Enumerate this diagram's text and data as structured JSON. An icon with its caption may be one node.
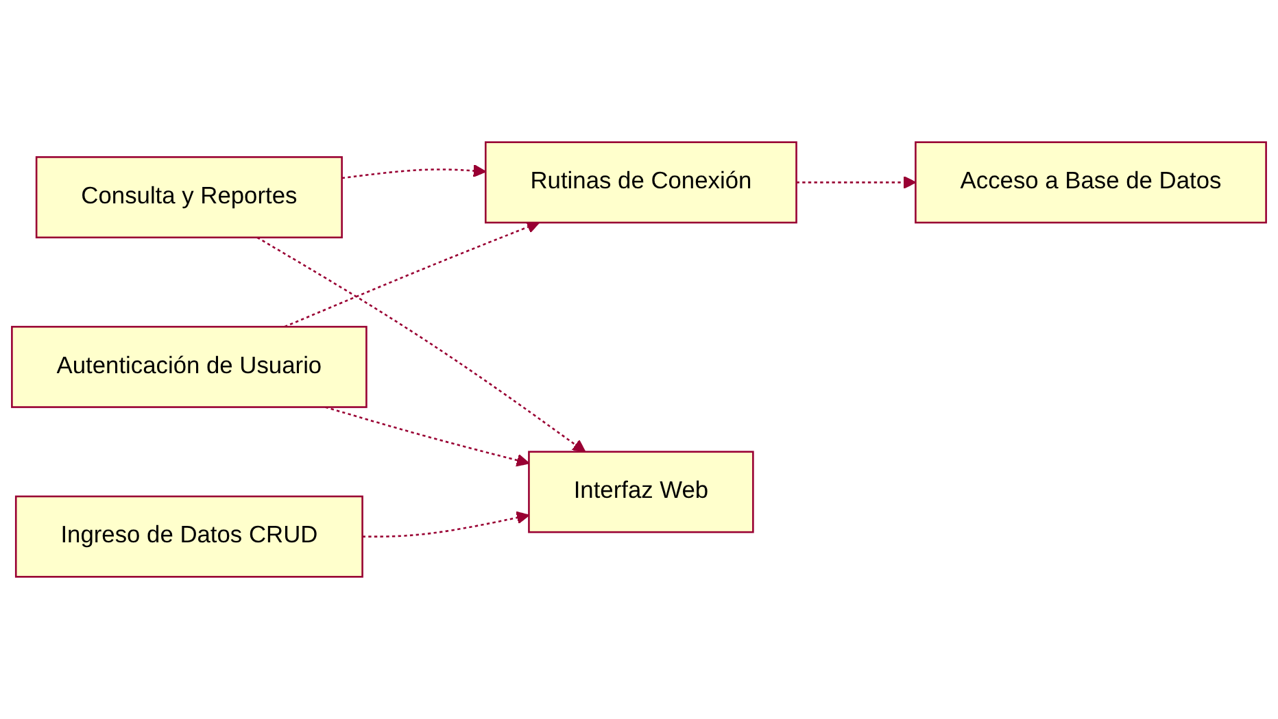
{
  "diagram": {
    "nodes": [
      {
        "text": [
          "Consulta y Reportes"
        ]
      },
      {
        "text": [
          "Rutinas de Conexión"
        ]
      },
      {
        "text": [
          "Acceso a Base de Datos"
        ]
      },
      {
        "text": [
          "Interfaz Web"
        ]
      },
      {
        "text": [
          "Autenticación de Usuario"
        ]
      },
      {
        "text": [
          "Ingreso de Datos CRUD"
        ]
      }
    ],
    "edges": [
      {
        "from": 0,
        "to": 1,
        "arrow": "to",
        "style": "dashed"
      },
      {
        "from": 1,
        "to": 2,
        "arrow": "to",
        "style": "dashed"
      },
      {
        "from": 0,
        "to": 3,
        "arrow": "to",
        "style": "dashed"
      },
      {
        "from": 4,
        "to": 3,
        "arrow": "to",
        "style": "dashed"
      },
      {
        "from": 4,
        "to": 1,
        "arrow": "to",
        "style": "dashed"
      },
      {
        "from": 5,
        "to": 3,
        "arrow": "to",
        "style": "dashed"
      }
    ]
  }
}
